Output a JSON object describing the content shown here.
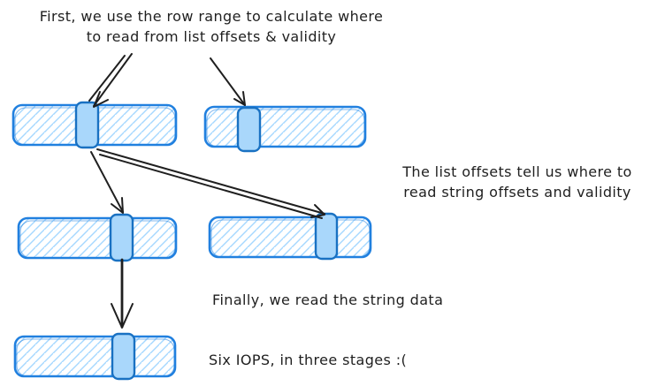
{
  "annotations": {
    "step1_line1": "First, we use the row range to calculate where",
    "step1_line2": "to read from list offsets & validity",
    "step2_line1": "The list offsets tell us where to",
    "step2_line2": "read string offsets and validity",
    "step3": "Finally, we read the string data",
    "summary": "Six IOPS, in three stages :("
  },
  "colors": {
    "buffer_stroke": "#2180df",
    "highlight_stroke": "#1971c2",
    "highlight_fill": "#a9d7fb",
    "hatch_line": "#a5d8ff",
    "arrow_ink": "#1f1f1f",
    "background": "#ffffff"
  },
  "diagram": {
    "stages": [
      {
        "stage": 1,
        "buffers": [
          "list-offsets",
          "list-validity"
        ]
      },
      {
        "stage": 2,
        "buffers": [
          "string-offsets",
          "string-validity"
        ]
      },
      {
        "stage": 3,
        "buffers": [
          "string-data"
        ]
      }
    ]
  }
}
